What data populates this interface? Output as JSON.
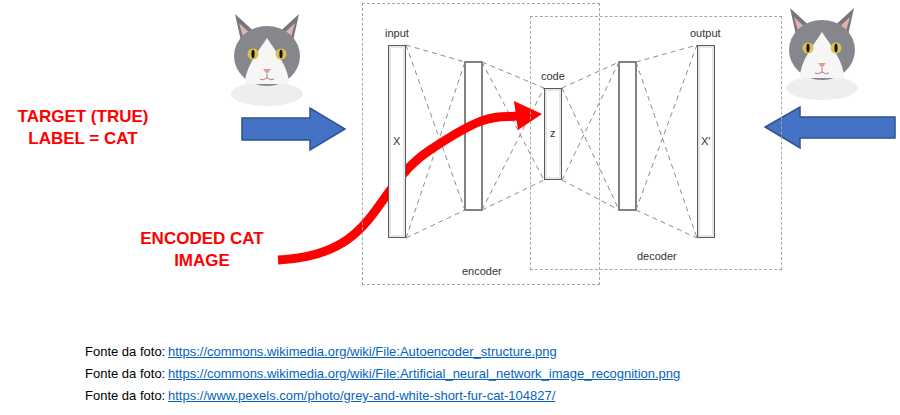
{
  "diagram": {
    "nodes": [
      {
        "text": [
          "encoder"
        ]
      },
      {
        "text": [
          "input",
          "X"
        ],
        "in": 0
      },
      {
        "text": [
          "code",
          "z"
        ],
        "in": 0
      },
      {
        "text": [
          "decoder"
        ]
      },
      {
        "text": [
          "output",
          "X'"
        ],
        "in": 3
      }
    ],
    "labels": [
      "TARGET (TRUE) LABEL = CAT",
      "ENCODED CAT IMAGE",
      "Fonte da foto:",
      "https://commons.wikimedia.org/wiki/File:Autoencoder_structure.png",
      "Fonte da foto:",
      "https://commons.wikimedia.org/wiki/File:Artificial_neural_network_image_recognition.png",
      "Fonte da foto:",
      "https://www.pexels.com/photo/grey-and-white-short-fur-cat-104827/"
    ]
  }
}
